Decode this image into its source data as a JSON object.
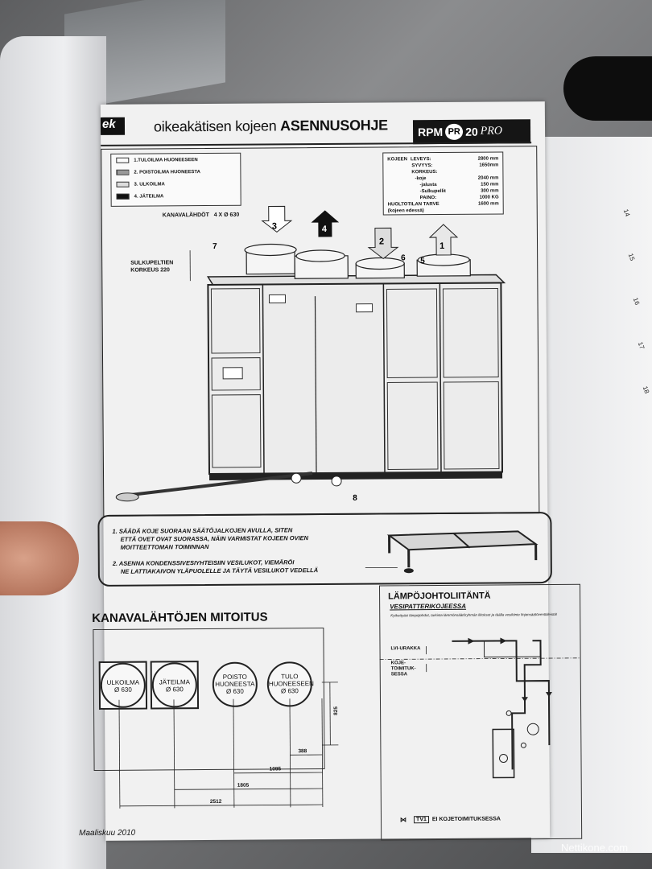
{
  "header": {
    "logo_text": "ek",
    "title_lower": "oikeakätisen kojeen ",
    "title_upper": "ASENNUSOHJE",
    "model_prefix": "RPM",
    "model_badge": "PR",
    "model_number": "20",
    "model_suffix": "PRO"
  },
  "legend": [
    {
      "label": "1.TULOILMA HUONEESEEN"
    },
    {
      "label": "2. POISTOILMA HUONEESTA"
    },
    {
      "label": "3. ULKOILMA"
    },
    {
      "label": "4. JÄTEILMA"
    }
  ],
  "specs": {
    "title": "KOJEEN",
    "rows": [
      {
        "label": "LEVEYS:",
        "value": "2800 mm"
      },
      {
        "label": "SYVYYS:",
        "value": "1650mm"
      },
      {
        "label": "KORKEUS:",
        "value": ""
      },
      {
        "label": "-koje",
        "value": "2040 mm"
      },
      {
        "label": "-jalusta",
        "value": "150 mm"
      },
      {
        "label": "-Sulkupellit",
        "value": "300 mm"
      },
      {
        "label": "PAINO:",
        "value": "1000 KG"
      },
      {
        "label": "HUOLTOTILAN TARVE",
        "value": "1600 mm"
      },
      {
        "label": "(kojeen edessä)",
        "value": ""
      }
    ]
  },
  "diagram": {
    "kanava_label": "KANAVALÄHDÖT",
    "kanava_value": "4 X Ø 630",
    "sulku_line1": "SULKUPELTIEN",
    "sulku_line2": "KORKEUS 220",
    "callouts": [
      "1",
      "2",
      "3",
      "4",
      "5",
      "6",
      "7",
      "8"
    ]
  },
  "instructions": {
    "line1": "1. SÄÄDÄ KOJE  SUORAAN SÄÄTÖJALKOJEN AVULLA, SITEN",
    "line2": "ETTÄ OVET OVAT SUORASSA, NÄIN VARMISTAT KOJEEN OVIEN",
    "line3": "MOITTEETTOMAN TOIMINNAN",
    "line4": "2. ASENNA KONDENSSIVESIYHTEISIIN VESILUKOT, VIEMÄRÖI",
    "line5": "NE LATTIAKAIVON YLÄPUOLELLE  JA TÄYTÄ VESILUKOT VEDELLÄ"
  },
  "mitoitus": {
    "title": "KANAVALÄHTÖJEN MITOITUS",
    "ports": [
      {
        "line1": "ULKOILMA",
        "line2": "Ø 630"
      },
      {
        "line1": "JÄTEILMA",
        "line2": "Ø 630"
      },
      {
        "line1": "POISTO",
        "line2": "HUONEESTA",
        "line3": "Ø 630"
      },
      {
        "line1": "TULO",
        "line2": "HUONEESEEN",
        "line3": "Ø 630"
      }
    ],
    "dims": {
      "d1": "388",
      "d2": "1095",
      "d3": "1805",
      "d4": "2512",
      "height": "825"
    }
  },
  "lampo": {
    "title": "LÄMPÖJOHTOLIITÄNTÄ",
    "subtitle": "VESIPATTERIKOJEESSA",
    "note": "Kytkettyäsi lämpöjohdot, tarkista lämmönsäätöryhmän liitokset ja täälla vesikiinte linjansäätöventtiileistä!",
    "lvi_label": "LVI-URAKKA",
    "koje_line1": "KOJE-",
    "koje_line2": "TOIMITUK-",
    "koje_line3": "SESSA",
    "footer": "EI KOJETOIMITUKSESSA",
    "footer_tag": "TV1"
  },
  "footer": {
    "date": "Maaliskuu 2010"
  },
  "ruler_numbers": [
    "14",
    "15",
    "16",
    "17",
    "18"
  ],
  "watermark": "Nettikone.com"
}
